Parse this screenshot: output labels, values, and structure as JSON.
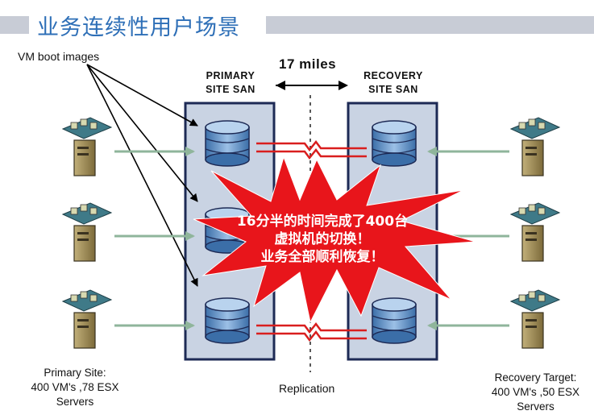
{
  "title": "业务连续性用户场景",
  "labels": {
    "vm_boot_images": "VM boot images",
    "distance": "17 miles",
    "primary_site_san": [
      "PRIMARY",
      "SITE SAN"
    ],
    "recovery_site_san": [
      "RECOVERY",
      "SITE SAN"
    ],
    "replication": "Replication",
    "primary_site_desc": [
      "Primary Site:",
      "400 VM's ,78 ESX",
      "Servers"
    ],
    "recovery_target_desc": [
      "Recovery Target:",
      "400 VM's ,50 ESX",
      "Servers"
    ]
  },
  "callout": [
    "16分半的时间完成了400台",
    "虚拟机的切换！",
    "业务全部顺利恢复！"
  ],
  "colors": {
    "title": "#2e6fb7",
    "title_bar": "#c8ccd6",
    "san_panel": "#c9d3e3",
    "san_border": "#1d2a55",
    "starburst": "#e8151b",
    "replication_line": "#d91e1e",
    "arrow_green": "#8fb59b",
    "disk_blue": "#5b8fc4",
    "server_teal": "#3f7a88"
  }
}
